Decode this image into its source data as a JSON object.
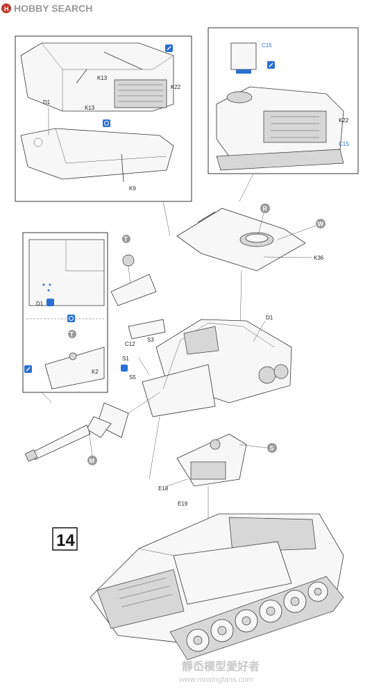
{
  "watermark_top": {
    "brand": "HOBBY SEARCH"
  },
  "step_number": "14",
  "callouts": {
    "top_left": {
      "labels": [
        "K13",
        "K13",
        "K22",
        "D1",
        "K9"
      ]
    },
    "top_right": {
      "labels": [
        "C15",
        "K22",
        "C15"
      ]
    },
    "mid_left": {
      "labels": [
        "T",
        "D1",
        "T",
        "K2"
      ]
    }
  },
  "main_labels": {
    "R": "R",
    "W": "W",
    "K36": "K36",
    "D1": "D1",
    "C12": "C12",
    "S3": "S3",
    "S1": "S1",
    "S5": "S5",
    "M": "M",
    "S": "S",
    "E18": "E18",
    "E19": "E19"
  },
  "watermark_bottom": {
    "cjk": "靜岙模型愛好者",
    "url": "www.moxingfans.com"
  },
  "colors": {
    "accent_blue": "#2a6fd1",
    "circle_grey": "#9a9a9a"
  }
}
